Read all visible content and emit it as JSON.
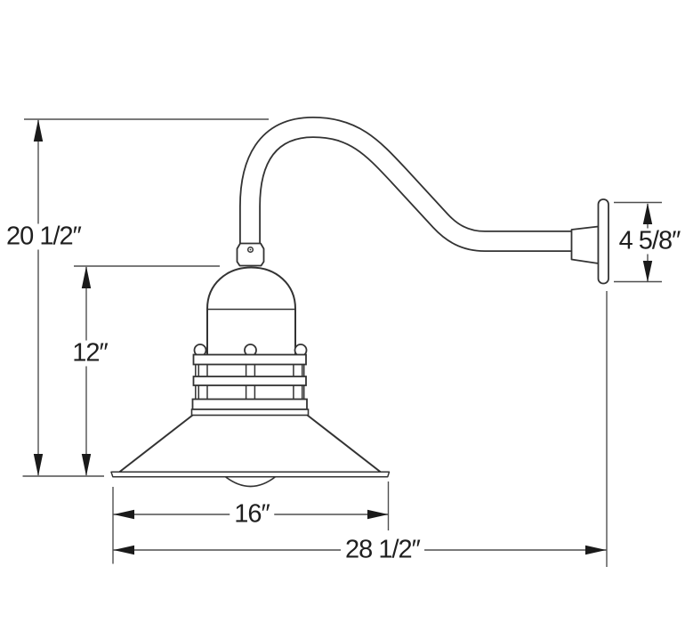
{
  "diagram": {
    "type": "dimensional line drawing",
    "subject": "gooseneck barn light wall fixture, side view",
    "labels": {
      "overall_height": "20 1/2″",
      "fixture_height": "12″",
      "backplate_height": "4 5/8″",
      "shade_diameter": "16″",
      "overall_projection": "28 1/2″"
    },
    "colors": {
      "background": "#ffffff",
      "object_line": "#333333",
      "dimension_line": "#4f4f4f",
      "arrow": "#1a1a1a",
      "text": "#1f1f1f"
    }
  }
}
